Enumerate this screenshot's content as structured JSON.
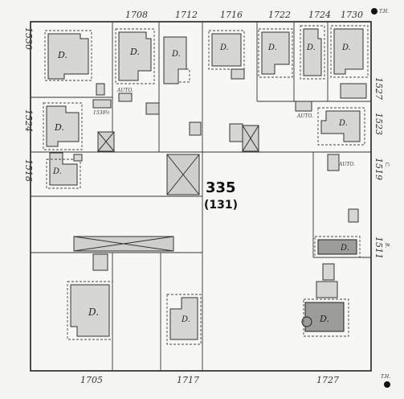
{
  "block": {
    "number": "335",
    "sub": "(131)"
  },
  "addresses": {
    "top": [
      "1708",
      "1712",
      "1716",
      "1722",
      "1724",
      "1730"
    ],
    "bottom": [
      "1705",
      "1717",
      "1727"
    ],
    "left": [
      "1530",
      "1524",
      "1518"
    ],
    "right": [
      "1527",
      "1523",
      "1519",
      "1511"
    ],
    "right_units": [
      "C.",
      "B."
    ]
  },
  "corner": {
    "top": "T.H.",
    "bottom": "T.H."
  },
  "labels": {
    "d": "D.",
    "auto": "AUTO.",
    "year": "1530½"
  },
  "colors": {
    "paper": "#f4f4f2",
    "building": "#d6d6d4",
    "building_dark": "#9c9c9a",
    "ink": "#222222"
  }
}
